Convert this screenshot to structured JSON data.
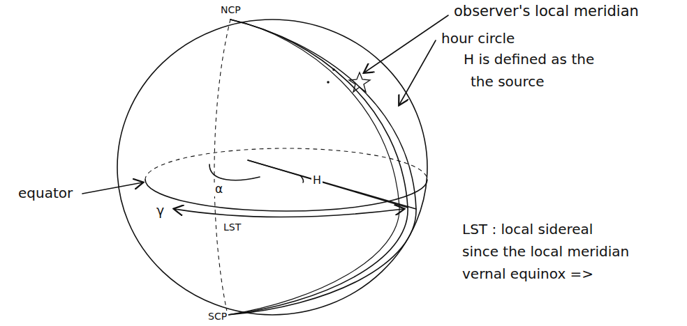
{
  "diagram": {
    "labels": [
      "NCP",
      "observer's local meridian",
      "hour circle",
      "H is defined as the",
      "the source",
      "equator",
      "α",
      "H",
      "γ",
      "LST",
      "SCP",
      "LST : local sidereal",
      "since the local meridian",
      "vernal equinox =>"
    ]
  }
}
